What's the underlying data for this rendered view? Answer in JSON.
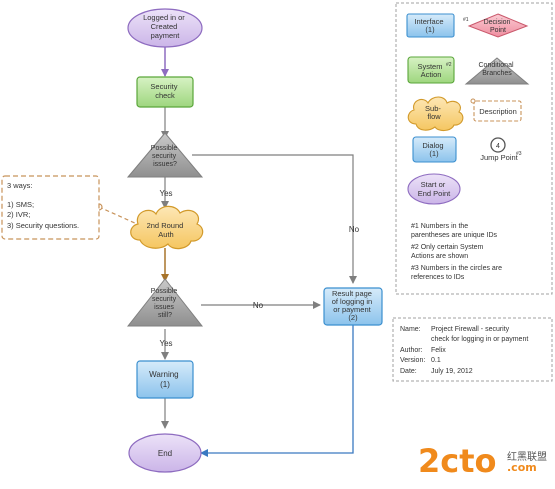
{
  "nodes": {
    "start": [
      "Logged in or",
      "Created",
      "payment"
    ],
    "security_check": [
      "Security",
      "check"
    ],
    "possible_issues": [
      "Possible",
      "security",
      "issues?"
    ],
    "second_auth": [
      "2nd Round",
      "Auth"
    ],
    "issues_still": [
      "Possible",
      "security",
      "issues",
      "still?"
    ],
    "warning": [
      "Warning",
      "(1)"
    ],
    "result": [
      "Result page",
      "of logging in",
      "or payment",
      "(2)"
    ],
    "end": [
      "End"
    ]
  },
  "edges": {
    "yes1": "Yes",
    "yes2": "Yes",
    "no_right": "No",
    "no_mid": "No"
  },
  "note": [
    "3 ways:",
    "",
    "1) SMS;",
    "2) IVR;",
    "3) Security questions."
  ],
  "legend": {
    "interface": [
      "Interface",
      "(1)"
    ],
    "decision": [
      "Decision",
      "Point"
    ],
    "decision_mark": "#1",
    "system_action": [
      "System",
      "Action"
    ],
    "system_mark": "#2",
    "conditional": [
      "Conditional",
      "Branches"
    ],
    "subflow": [
      "Sub-",
      "flow"
    ],
    "description": "Description",
    "dialog": [
      "Dialog",
      "(1)"
    ],
    "jump_number": "4",
    "jump_label": "Jump Point",
    "jump_mark": "#3",
    "start_end": [
      "Start or",
      "End Point"
    ],
    "footnotes": [
      [
        "#1 Numbers in the",
        "parentheses are unique IDs"
      ],
      [
        "#2 Only certain System",
        "Actions are shown"
      ],
      [
        "#3 Numbers in the circles are",
        "references to IDs"
      ]
    ]
  },
  "info": [
    [
      "Name:",
      "Project Firewall - security"
    ],
    [
      "",
      "check for logging in or payment"
    ],
    [
      "Author:",
      "Felix"
    ],
    [
      "Version:",
      "0.1"
    ],
    [
      "Date:",
      "July 19, 2012"
    ]
  ],
  "watermark": {
    "main": "2cto",
    "dotcom": ".com",
    "cn": "红黑联盟"
  },
  "colors": {
    "purple_fill": "#d9c8ee",
    "purple_stroke": "#8e6cc0",
    "green_fill": "#b6e39a",
    "green_stroke": "#5aa63a",
    "gray_fill": "#a6a6a6",
    "gray_stroke": "#7f7f7f",
    "cloud_fill": "#fbd98a",
    "cloud_stroke": "#d29a2b",
    "blue_fill": "#a9d3f1",
    "blue_stroke": "#3b8fcf",
    "pink_fill": "#f7aab7",
    "pink_stroke": "#c9586b",
    "orange_dash": "#c8935a",
    "arrow_blue": "#3a79c1",
    "watermark_orange": "#f08a1c"
  }
}
